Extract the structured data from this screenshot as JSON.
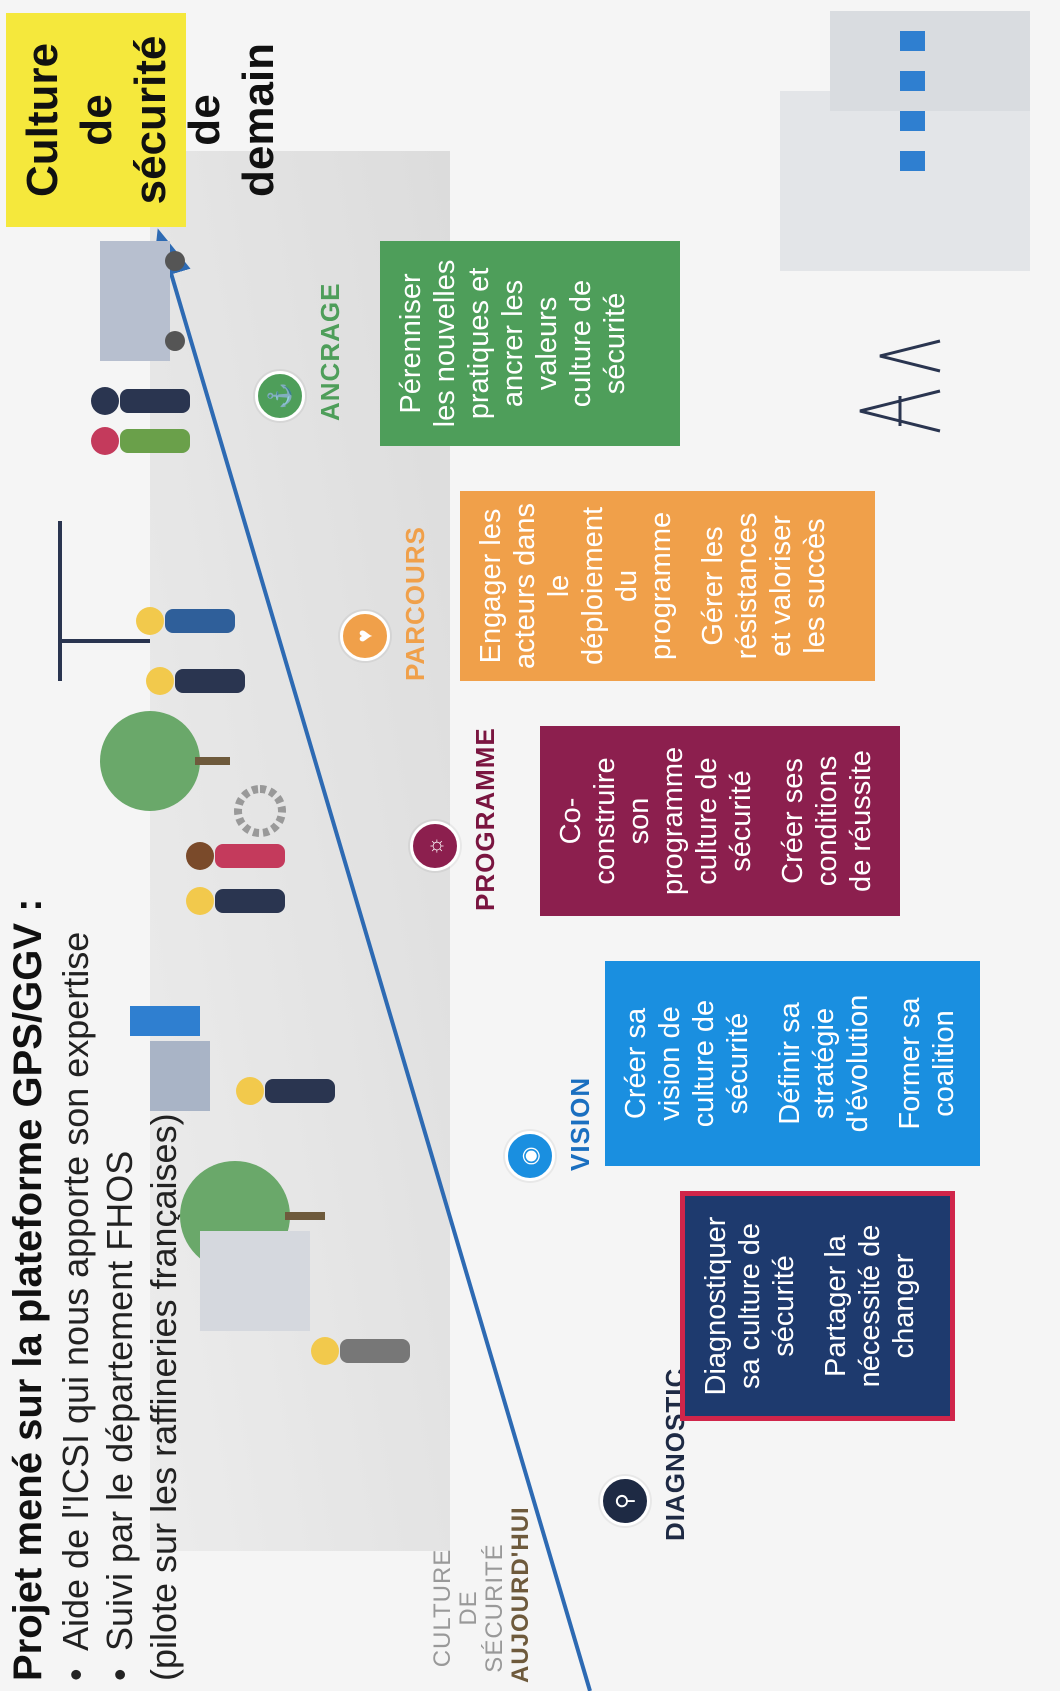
{
  "header": {
    "title": "Projet mené sur la plateforme GPS/GGV :",
    "bullets": [
      "Aide de l'ICSI qui nous apporte son expertise",
      "Suivi par le département FHOS",
      "(pilote sur les raffineries françaises)"
    ]
  },
  "start_label": {
    "line1": "CULTURE",
    "line2": "DE SÉCURITÉ",
    "line3": "AUJOURD'HUI"
  },
  "end_label": {
    "line1": "Culture de",
    "line2": "sécurité",
    "line3": "de demain"
  },
  "stages": [
    {
      "name": "DIAGNOSTIC",
      "color": "#1e3a6e",
      "label_color": "#1e2a44",
      "items": [
        "Diagnostiquer sa culture de sécurité",
        "Partager la nécessité de changer"
      ]
    },
    {
      "name": "VISION",
      "color": "#1a8fe0",
      "label_color": "#1a6fc0",
      "items": [
        "Créer sa vision de culture de sécurité",
        "Définir sa stratégie d'évolution",
        "Former sa coalition"
      ]
    },
    {
      "name": "PROGRAMME",
      "color": "#8c1f4e",
      "label_color": "#7a1540",
      "items": [
        "Co-construire son programme culture de sécurité",
        "Créer ses conditions de réussite"
      ]
    },
    {
      "name": "PARCOURS",
      "color": "#f0a04a",
      "label_color": "#f0a04a",
      "items": [
        "Engager les acteurs dans le déploiement du programme",
        "Gérer les résistances et valoriser les succès"
      ]
    },
    {
      "name": "ANCRAGE",
      "color": "#4e9e5a",
      "label_color": "#4e9e5a",
      "items": [
        "Pérenniser les nouvelles pratiques et ancrer les valeurs culture de sécurité"
      ]
    }
  ],
  "colors": {
    "arrow": "#2d6ab3",
    "future_box": "#f5e83c",
    "diagnostic_border": "#d0254a"
  }
}
